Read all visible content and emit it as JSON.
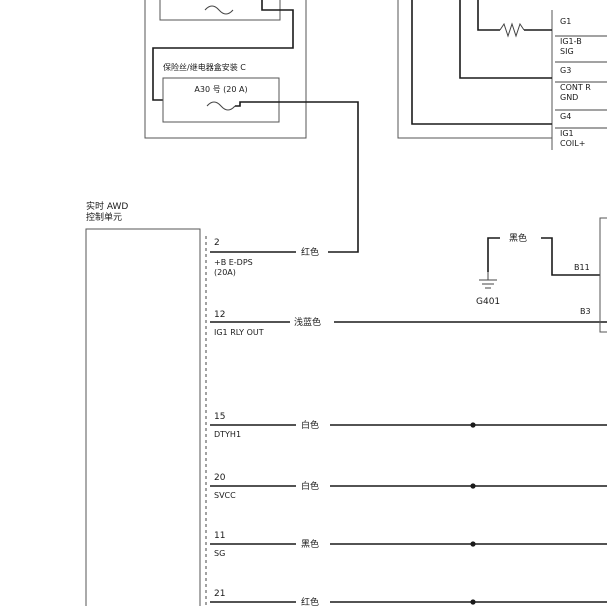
{
  "fuse_relay_box": {
    "title": "保险丝/继电器盒安装 C",
    "fuse_label": "A30 号 (20 A)"
  },
  "right_connector": {
    "pins": [
      {
        "id": "G1",
        "name": ""
      },
      {
        "id": "IG1-B",
        "name": "SIG"
      },
      {
        "id": "G3",
        "name": ""
      },
      {
        "id": "CONT R",
        "name": "GND"
      },
      {
        "id": "G4",
        "name": ""
      },
      {
        "id": "IG1",
        "name": "COIL+"
      }
    ]
  },
  "control_unit": {
    "title_line1": "实时 AWD",
    "title_line2": "控制单元"
  },
  "pins": [
    {
      "pin": "2",
      "name": "+B E-DPS",
      "name2": "(20A)",
      "wire_color": "红色"
    },
    {
      "pin": "12",
      "name": "IG1 RLY OUT",
      "name2": "",
      "wire_color": "浅蓝色"
    },
    {
      "pin": "15",
      "name": "DTYH1",
      "name2": "",
      "wire_color": "白色"
    },
    {
      "pin": "20",
      "name": "SVCC",
      "name2": "",
      "wire_color": "白色"
    },
    {
      "pin": "11",
      "name": "SG",
      "name2": "",
      "wire_color": "黑色"
    },
    {
      "pin": "21",
      "name": "",
      "name2": "",
      "wire_color": "红色"
    }
  ],
  "ground": {
    "id": "G401",
    "wire_color": "黑色",
    "connector_pins": [
      "B11",
      "B3"
    ]
  }
}
